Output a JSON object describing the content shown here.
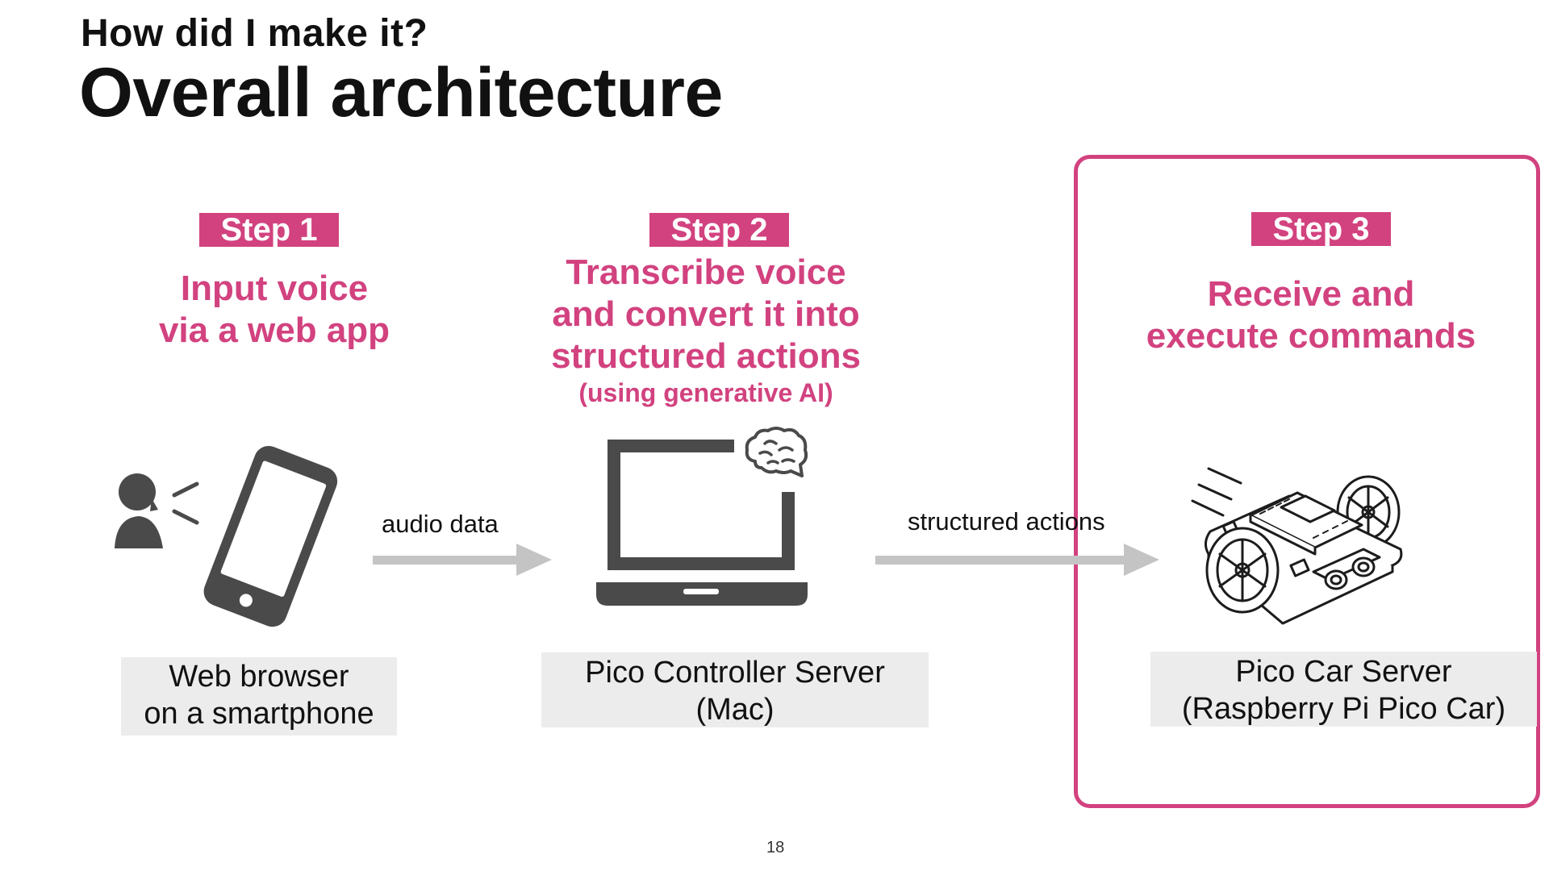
{
  "header": {
    "subtitle": "How did I make it?",
    "title": "Overall architecture"
  },
  "steps": [
    {
      "badge": "Step 1",
      "desc_lines": [
        "Input voice",
        "via a web app"
      ],
      "note": ""
    },
    {
      "badge": "Step 2",
      "desc_lines": [
        "Transcribe voice",
        "and convert it into",
        "structured actions"
      ],
      "note": "(using generative AI)"
    },
    {
      "badge": "Step 3",
      "desc_lines": [
        "Receive and",
        "execute commands"
      ],
      "note": ""
    }
  ],
  "nodes": [
    {
      "label_lines": [
        "Web browser",
        "on a smartphone"
      ],
      "icon": "smartphone-icon"
    },
    {
      "label_lines": [
        "Pico Controller Server",
        "(Mac)"
      ],
      "icon": "laptop-icon"
    },
    {
      "label_lines": [
        "Pico Car Server",
        "(Raspberry Pi Pico Car)"
      ],
      "icon": "robot-car-icon"
    }
  ],
  "flows": [
    {
      "label": "audio data"
    },
    {
      "label": "structured actions"
    }
  ],
  "page_number": "18",
  "colors": {
    "accent": "#d2427f",
    "icon_dark": "#4a4a4a",
    "arrow": "#c4c4c4",
    "label_bg": "#ececec"
  }
}
